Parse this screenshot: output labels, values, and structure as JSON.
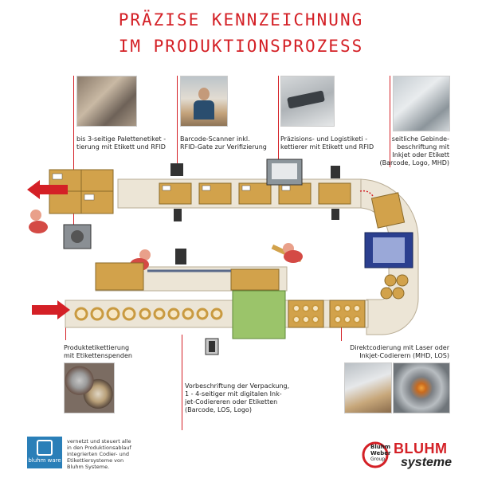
{
  "title": {
    "line1": "PRÄZISE KENNZEICHNUNG",
    "line2": "IM PRODUKTIONSPROZESS"
  },
  "labels": {
    "paletten": [
      "bis 3-seitige Palettenetiket -",
      "tierung mit Etikett und RFID"
    ],
    "scanner": [
      "Barcode-Scanner inkl.",
      "RFID-Gate zur Verifizierung"
    ],
    "logistik": [
      "Präzisions- und Logistiketi -",
      "kettierer mit Etikett und RFID"
    ],
    "gebinde": [
      "seitliche Gebinde-",
      "beschriftung mit",
      "Inkjet oder Etikett",
      "(Barcode, Logo, MHD)"
    ],
    "produkt": [
      "Produktetikettierung",
      "mit Etikettenspenden"
    ],
    "verpackung": [
      "Vorbeschriftung der Verpackung,",
      "1 - 4-seitiger mit digitalen Ink-",
      "jet-Codiereren oder Etiketten",
      "(Barcode, LOS, Logo)"
    ],
    "laser": [
      "Direktcodierung mit Laser oder",
      "Inkjet-Codierern (MHD, LOS)"
    ]
  },
  "footer": {
    "text": [
      "vernetzt und steuert alle",
      "in den Produktionsablauf",
      "integrierten Codier- und",
      "Etikettiersysteme von",
      "Bluhm Systeme."
    ],
    "bluhmware_logo": "bluhm ware",
    "bluhmweber_logo": [
      "Bluhm",
      "Weber",
      "Group"
    ],
    "bluhm_brand": "BLUHM",
    "systeme_brand": "systeme"
  },
  "colors": {
    "accent": "#d42026",
    "conveyor": "#ece5d6",
    "box": "#d2a24b",
    "blue": "#2b3f8f"
  }
}
